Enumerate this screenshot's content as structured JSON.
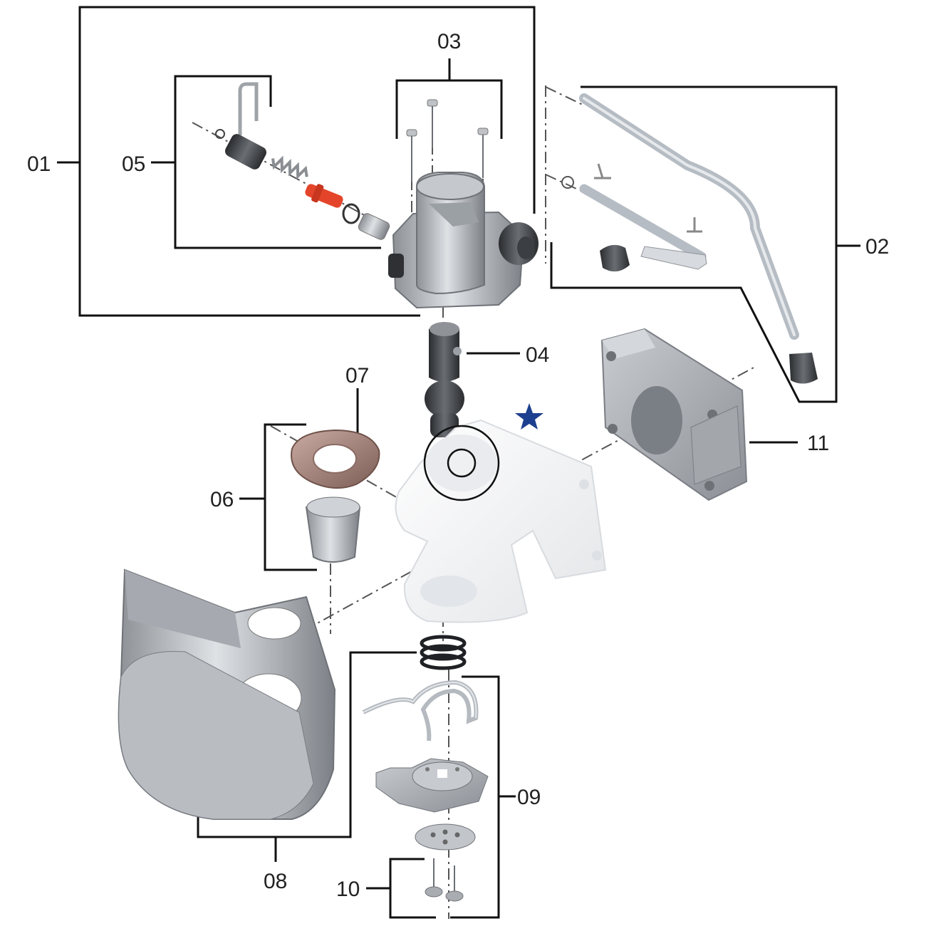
{
  "diagram": {
    "type": "exploded-parts-diagram",
    "labels": [
      "01",
      "02",
      "03",
      "04",
      "05",
      "06",
      "07",
      "08",
      "09",
      "10",
      "11"
    ],
    "highlight_marker": "star-icon",
    "colors": {
      "lines": "#111111",
      "metal": "#b5b9be",
      "dark_metal": "#4b4f54",
      "knob": "#2a2c2f",
      "red_pin": "#e4452a",
      "copper_washer": "#a07f77",
      "housing": "#f1f2f4",
      "star": "#1d3f8f"
    }
  }
}
